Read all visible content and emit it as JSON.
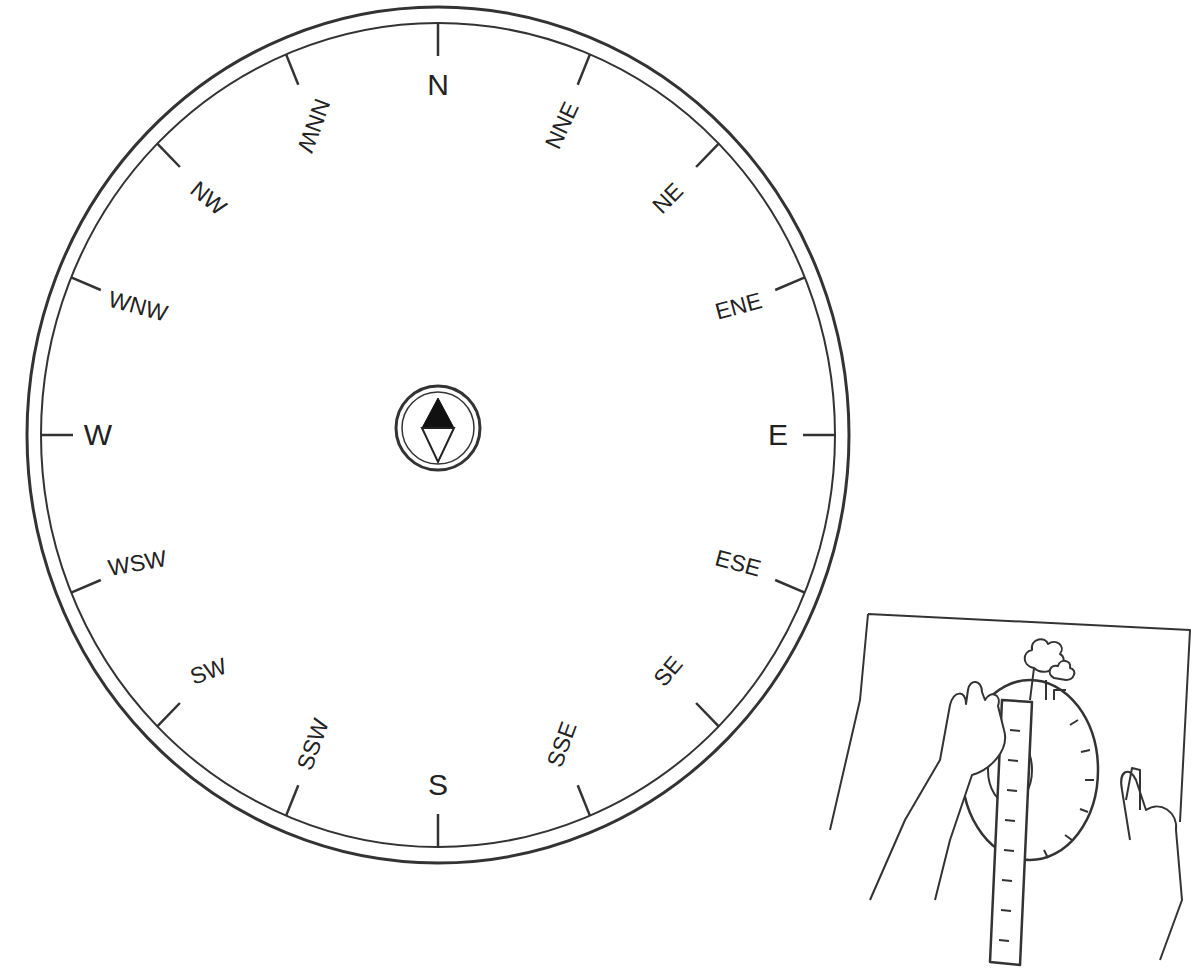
{
  "diagram": {
    "labels": [
      "N",
      "NNE",
      "NE",
      "ENE",
      "E",
      "ESE",
      "SE",
      "SSE",
      "S",
      "SSW",
      "SW",
      "WSW",
      "W",
      "WNW",
      "NW",
      "NNW"
    ]
  }
}
